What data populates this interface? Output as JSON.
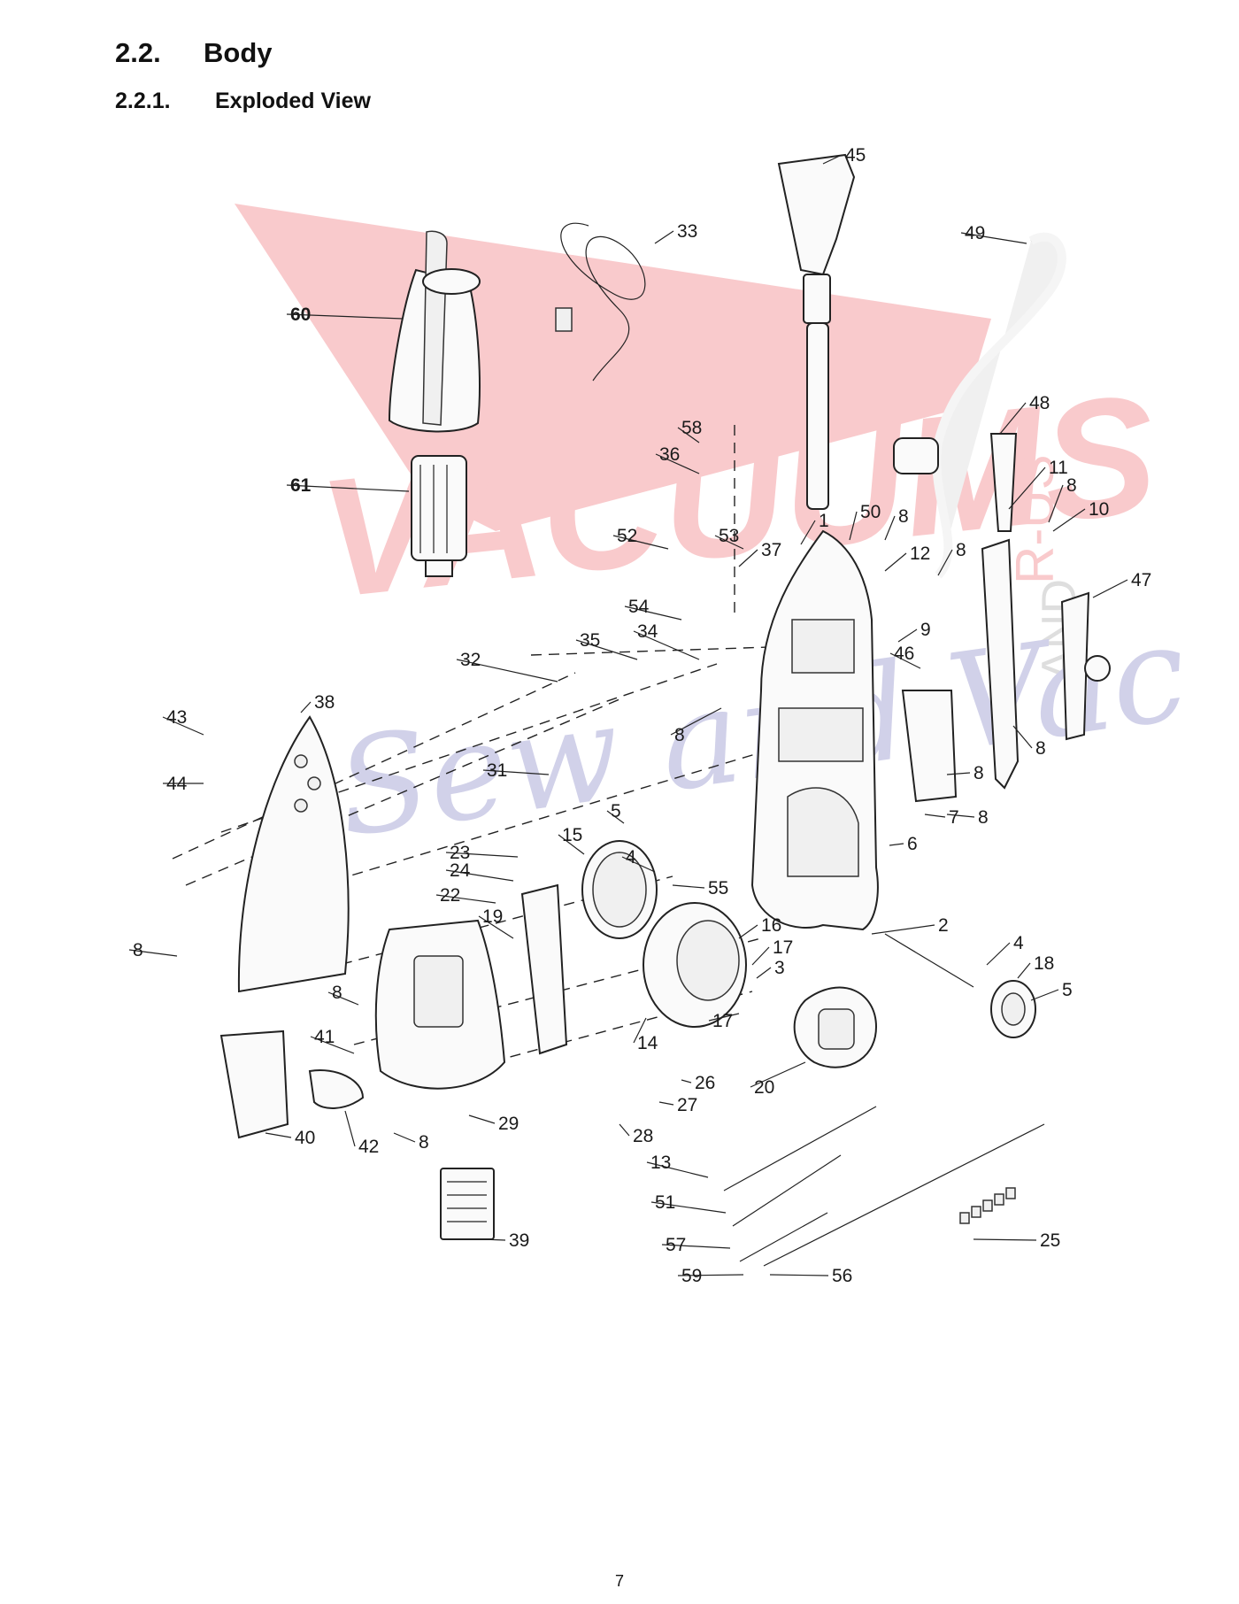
{
  "section": {
    "number": "2.2.",
    "title": "Body"
  },
  "subsection": {
    "number": "2.2.1.",
    "title": "Exploded View"
  },
  "watermark": {
    "main": "VACUUMS",
    "suffix": "R-US",
    "script": "Sew and Vac",
    "and_text": "AND",
    "color_main": "#e8404a",
    "color_script": "#5a5ab0"
  },
  "callouts": [
    "45",
    "33",
    "49",
    "60",
    "48",
    "58",
    "36",
    "61",
    "11",
    "8",
    "10",
    "52",
    "53",
    "1",
    "50",
    "8",
    "12",
    "37",
    "8",
    "47",
    "54",
    "34",
    "9",
    "35",
    "46",
    "32",
    "8",
    "8",
    "43",
    "38",
    "44",
    "31",
    "5",
    "8",
    "23",
    "15",
    "24",
    "4",
    "55",
    "22",
    "19",
    "16",
    "2",
    "4",
    "17",
    "18",
    "3",
    "5",
    "8",
    "8",
    "14",
    "17",
    "20",
    "41",
    "26",
    "27",
    "40",
    "42",
    "29",
    "28",
    "8",
    "13",
    "51",
    "57",
    "25",
    "59",
    "56",
    "39",
    "6",
    "7",
    "8"
  ],
  "page_number": "7"
}
